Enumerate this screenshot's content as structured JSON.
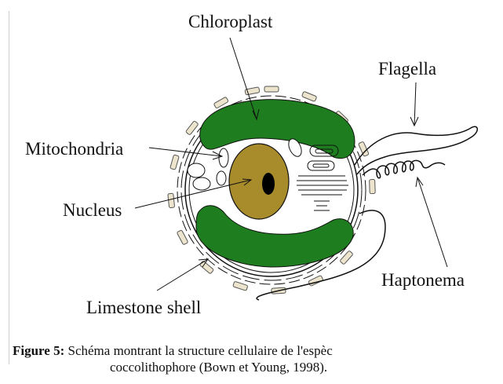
{
  "labels": {
    "chloroplast": "Chloroplast",
    "flagella": "Flagella",
    "mitochondria": "Mitochondria",
    "nucleus": "Nucleus",
    "haptonema": "Haptonema",
    "limestone_shell": "Limestone shell"
  },
  "caption": {
    "figure_label": "Figure 5:",
    "line1": " Schéma montrant la structure cellulaire de l'espèc",
    "line2": "coccolithophore (Bown et Young, 1998)."
  },
  "colors": {
    "chloroplast": "#1e7d1e",
    "nucleus": "#a88c2c",
    "nucleolus": "#000000",
    "coccolith": "#ece4cc",
    "outline": "#111111"
  }
}
